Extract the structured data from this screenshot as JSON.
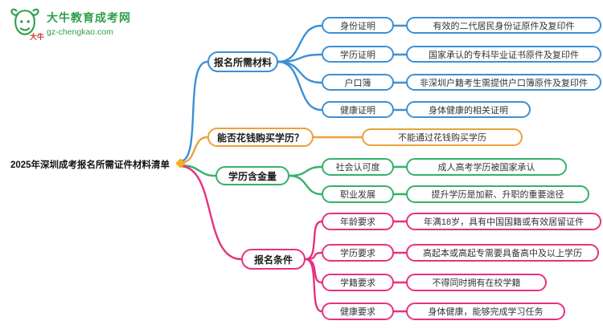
{
  "logo": {
    "seal": "大牛",
    "title": "大牛教育成考网",
    "domain": "gz-chengkao.com",
    "brand_color": "#2f9e49"
  },
  "root": {
    "label": "2025年深圳成考报名所需证件材料清单"
  },
  "colors": {
    "required_materials": "#3e8fd4",
    "buy_degree_question": "#eba23b",
    "degree_value": "#33b26b",
    "registration_conditions": "#e8317f",
    "hub_marker": "#f5b01e"
  },
  "branches": [
    {
      "label": "报名所需材料",
      "children": [
        {
          "label": "身份证明",
          "detail": "有效的二代居民身份证原件及复印件"
        },
        {
          "label": "学历证明",
          "detail": "国家承认的专科毕业证书原件及复印件"
        },
        {
          "label": "户口簿",
          "detail": "非深圳户籍考生需提供户口簿原件及复印件"
        },
        {
          "label": "健康证明",
          "detail": "身体健康的相关证明"
        }
      ]
    },
    {
      "label": "能否花钱购买学历？",
      "children": [
        {
          "detail": "不能通过花钱购买学历"
        }
      ]
    },
    {
      "label": "学历含金量",
      "children": [
        {
          "label": "社会认可度",
          "detail": "成人高考学历被国家承认"
        },
        {
          "label": "职业发展",
          "detail": "提升学历是加薪、升职的重要途径"
        }
      ]
    },
    {
      "label": "报名条件",
      "children": [
        {
          "label": "年龄要求",
          "detail": "年满18岁，具有中国国籍或有效居留证件"
        },
        {
          "label": "学历要求",
          "detail": "高起本或高起专需要具备高中及以上学历"
        },
        {
          "label": "学籍要求",
          "detail": "不得同时拥有在校学籍"
        },
        {
          "label": "健康要求",
          "detail": "身体健康，能够完成学习任务"
        }
      ]
    }
  ]
}
